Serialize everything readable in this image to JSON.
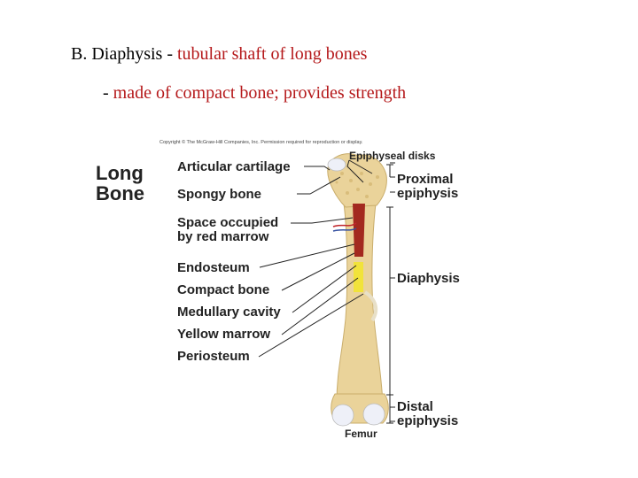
{
  "header": {
    "line1_prefix": "B.  Diaphysis - ",
    "line1_rest": "tubular shaft of long bones",
    "line2_prefix": "- ",
    "line2_rest": "made of compact bone; provides strength",
    "accent_color": "#b5191b"
  },
  "figure": {
    "copyright": "Copyright © The McGraw-Hill Companies, Inc. Permission required for reproduction or display.",
    "title_line1": "Long",
    "title_line2": "Bone",
    "left_labels": {
      "articular_cartilage": "Articular cartilage",
      "spongy_bone": "Spongy bone",
      "space_occupied_line1": "Space occupied",
      "space_occupied_line2": "by red marrow",
      "endosteum": "Endosteum",
      "compact_bone": "Compact bone",
      "medullary_cavity": "Medullary cavity",
      "yellow_marrow": "Yellow marrow",
      "periosteum": "Periosteum"
    },
    "right_labels": {
      "epiphyseal_disks": "Epiphyseal disks",
      "proximal_line1": "Proximal",
      "proximal_line2": "epiphysis",
      "diaphysis": "Diaphysis",
      "distal_line1": "Distal",
      "distal_line2": "epiphysis"
    },
    "caption": "Femur",
    "colors": {
      "bone": "#ead39a",
      "bone_shade": "#d9bd7b",
      "cartilage": "#eef0f8",
      "red_marrow": "#a3291f",
      "yellow_marrow": "#f1e33b"
    }
  }
}
